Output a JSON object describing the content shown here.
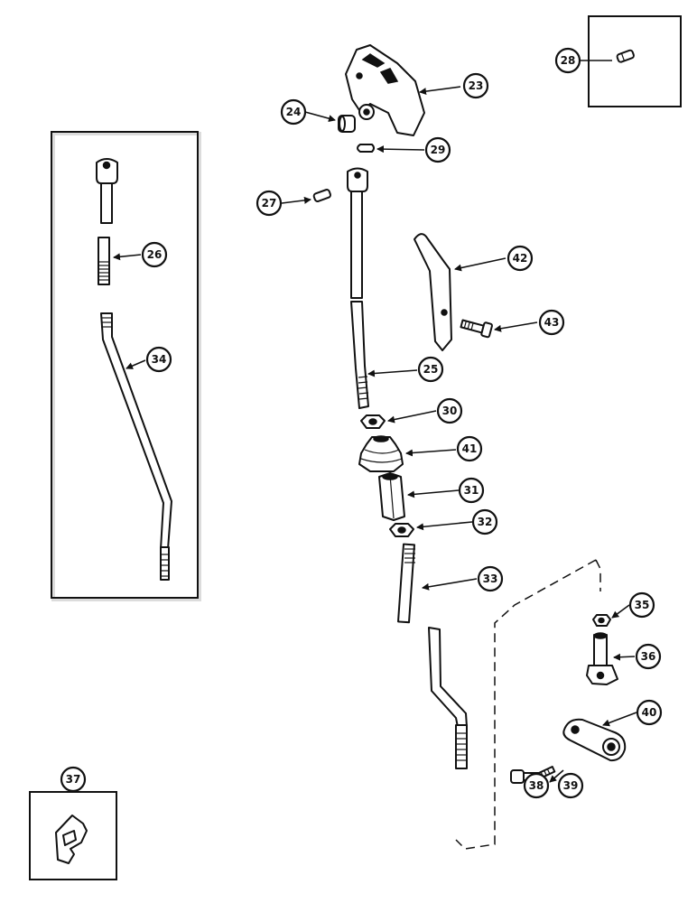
{
  "callouts": {
    "p23": "23",
    "p24": "24",
    "p25": "25",
    "p26": "26",
    "p27": "27",
    "p28": "28",
    "p29": "29",
    "p30": "30",
    "p31": "31",
    "p32": "32",
    "p33": "33",
    "p34": "34",
    "p35": "35",
    "p36": "36",
    "p37": "37",
    "p38": "38",
    "p39": "39",
    "p40": "40",
    "p41": "41",
    "p42": "42",
    "p43": "43"
  }
}
